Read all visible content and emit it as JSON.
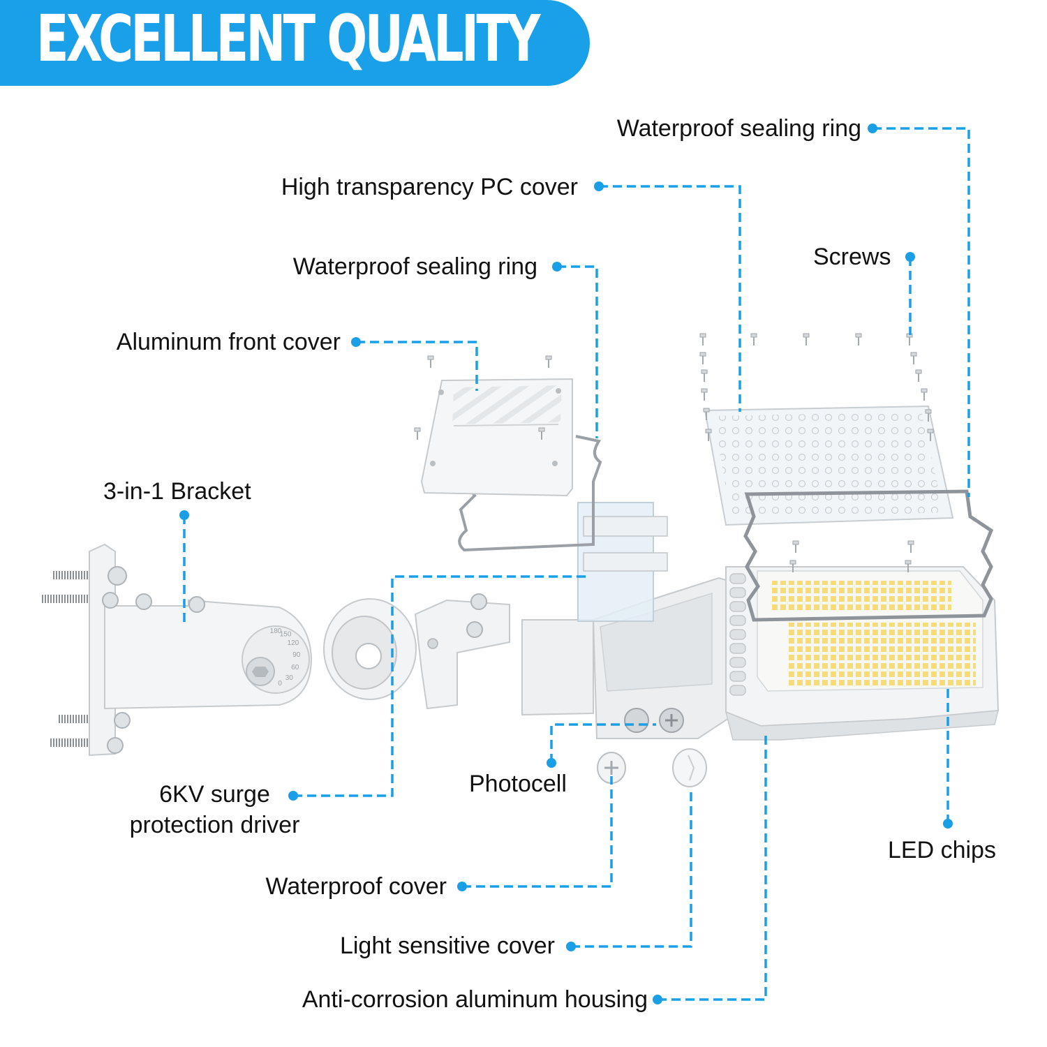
{
  "banner": {
    "title": "EXCELLENT QUALITY"
  },
  "colors": {
    "accent": "#1aa0e8",
    "leader": "#1a9ee6",
    "text": "#111111",
    "led": "#f6dc7a"
  },
  "labels": {
    "waterproof_ring_top": "Waterproof sealing ring",
    "pc_cover": "High transparency PC cover",
    "screws": "Screws",
    "waterproof_ring_mid": "Waterproof sealing ring",
    "front_cover": "Aluminum front cover",
    "bracket": "3-in-1 Bracket",
    "surge_driver_line1": "6KV surge",
    "surge_driver_line2": "protection driver",
    "photocell": "Photocell",
    "led_chips": "LED chips",
    "waterproof_cover": "Waterproof cover",
    "light_sensitive_cover": "Light sensitive cover",
    "housing": "Anti-corrosion aluminum housing"
  },
  "bracket_scale": [
    "180",
    "150",
    "120",
    "90",
    "60",
    "30",
    "0"
  ]
}
